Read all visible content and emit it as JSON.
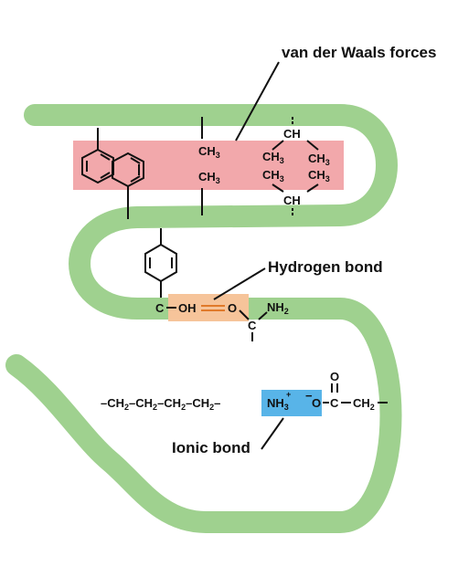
{
  "labels": {
    "van_der_waals": "van der Waals forces",
    "hydrogen_bond": "Hydrogen bond",
    "ionic_bond": "Ionic bond"
  },
  "chem": {
    "ch3": "CH",
    "three": "3",
    "ch": "CH",
    "c": "C",
    "o": "O",
    "oh_o": "O",
    "oh_h": "H",
    "nh2": "NH",
    "two": "2",
    "ch2": "CH",
    "nh3": "NH",
    "plus": "+",
    "minus": "−",
    "dash": "–"
  },
  "colors": {
    "backbone": "#9fd18f",
    "vdw_box": "#f2a8ab",
    "hbond_box": "#f6c49a",
    "ionic_box": "#58b4e8",
    "hbond_line": "#e07a2a"
  }
}
